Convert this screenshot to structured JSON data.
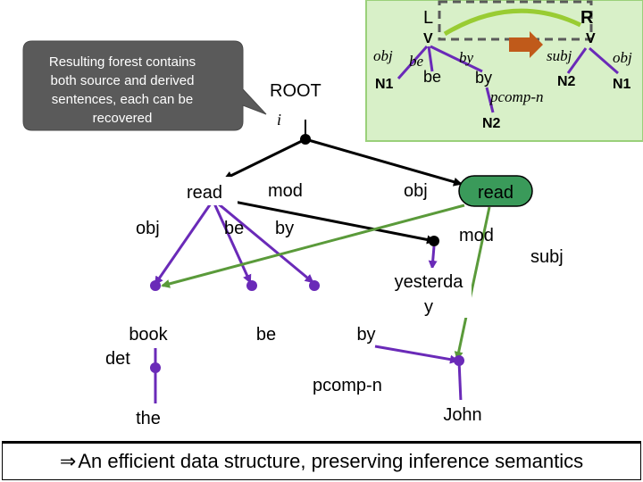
{
  "colors": {
    "purple": "#6a2ab8",
    "green": "#5a9a3a",
    "black": "#000000",
    "lime": "#99cc33",
    "panel_fill": "#d8f0c8",
    "panel_border": "#9ad07a",
    "bubble_fill": "#5a5a5a",
    "dashed_border": "#5a5a5a",
    "arrow_fill": "#c05a1a",
    "read_highlight": "#3a9a5a"
  },
  "callout": {
    "lines": [
      "Resulting forest contains",
      "both source and derived",
      "sentences, each can be",
      "recovered"
    ]
  },
  "rule_panel": {
    "L": "L",
    "R": "R",
    "v_left": "V",
    "v_right": "V",
    "obj_left": "obj",
    "N1_left": "N1",
    "be_edge": "be",
    "be_node": "be",
    "by_edge": "by",
    "by_node": "by",
    "pcomp_n": "pcomp-n",
    "N2_left": "N2",
    "subj_right": "subj",
    "N2_right": "N2",
    "obj_right": "obj",
    "N1_right": "N1"
  },
  "graph": {
    "root": "ROOT",
    "i": "i",
    "read_left": "read",
    "mod_top": "mod",
    "obj_top": "obj",
    "read_right": "read",
    "obj_left": "obj",
    "be_edge": "be",
    "by_edge": "by",
    "mod_right": "mod",
    "subj": "subj",
    "yesterday_line1": "yesterda",
    "yesterday_line2": "y",
    "book": "book",
    "be_node": "be",
    "by_node": "by",
    "det": "det",
    "pcomp_n": "pcomp-n",
    "the": "the",
    "john": "John"
  },
  "footer": {
    "arrow": "⇒",
    "text": "An efficient data structure, preserving inference semantics"
  }
}
